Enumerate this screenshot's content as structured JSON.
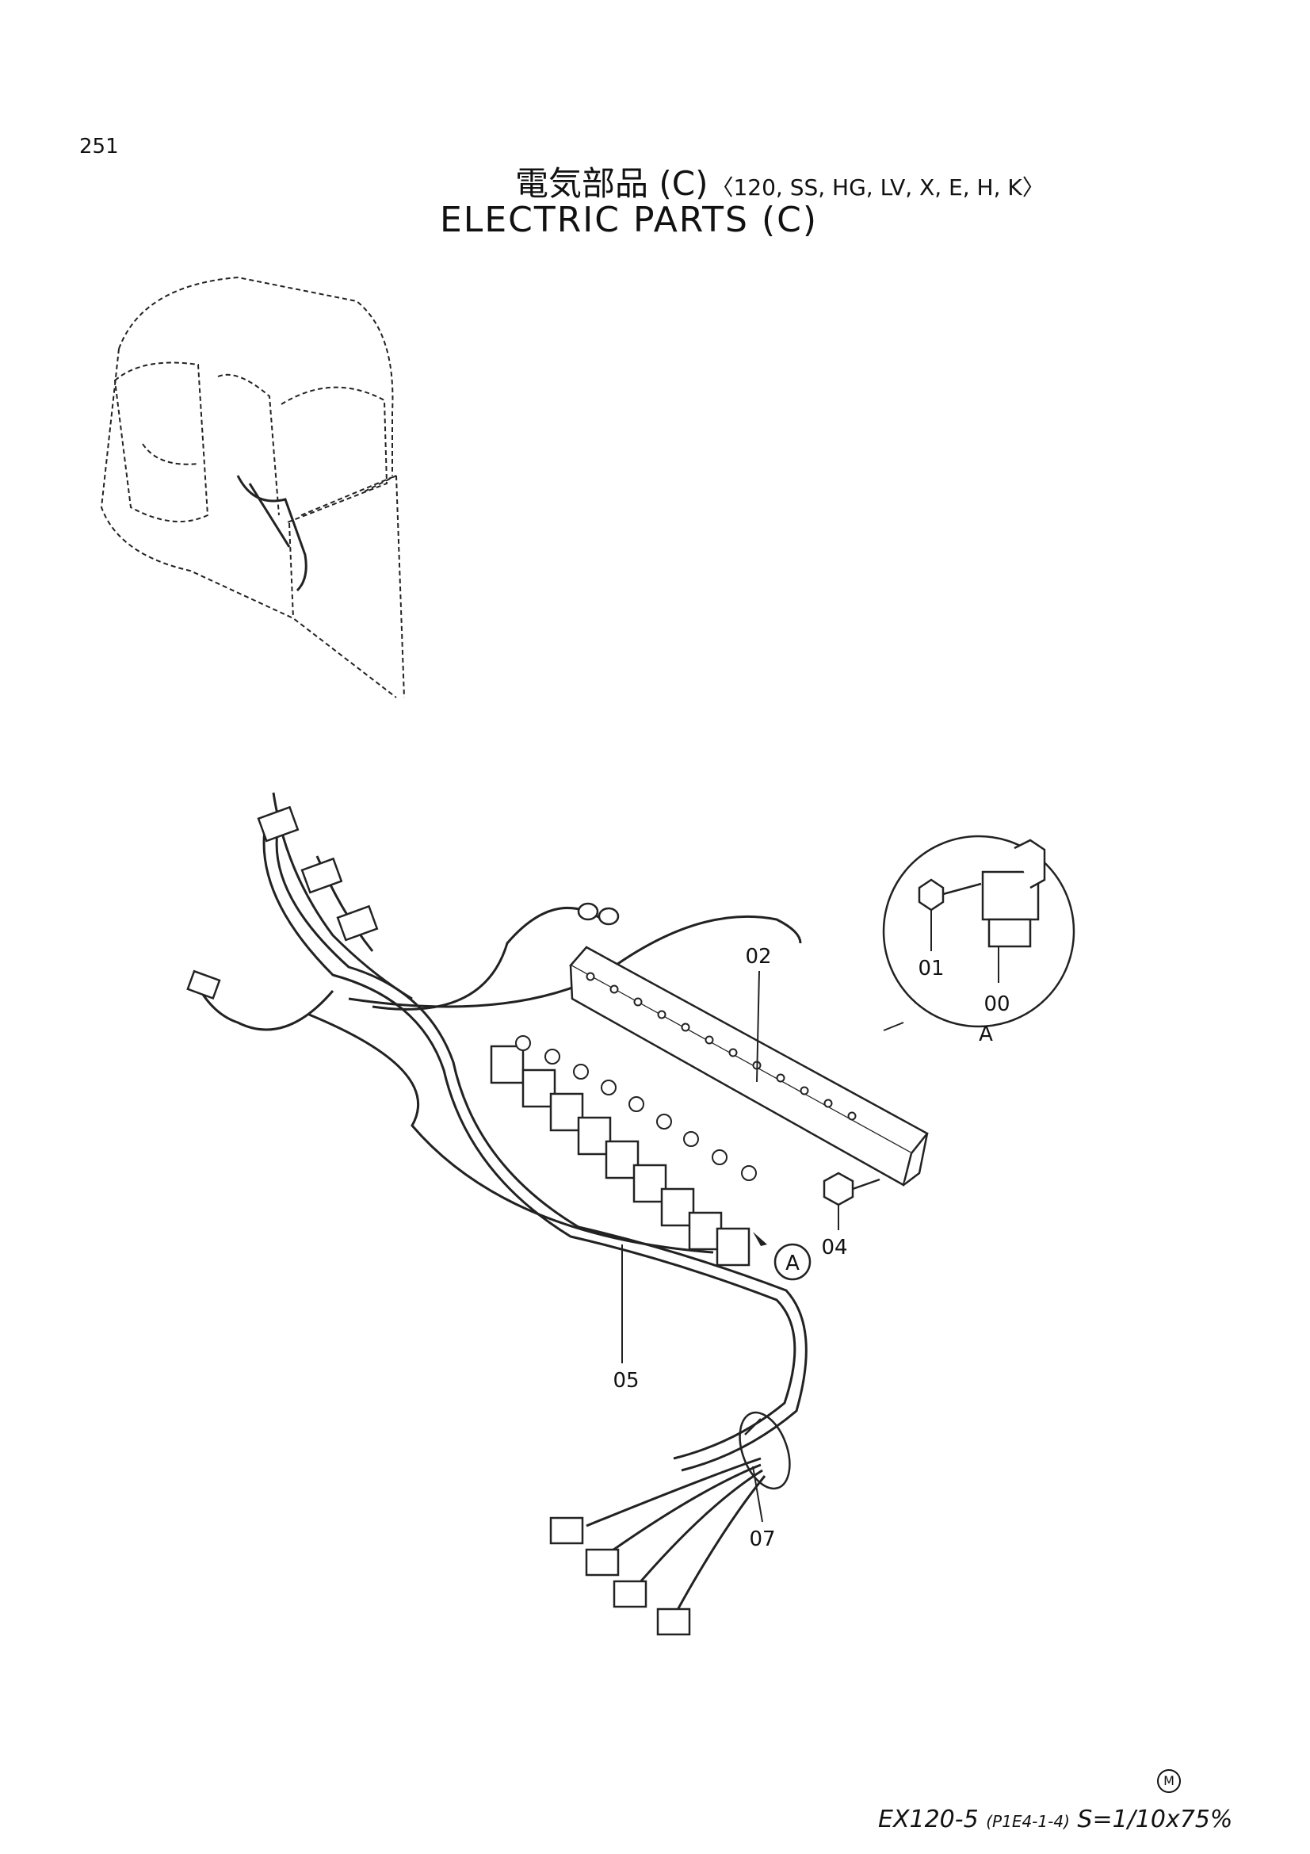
{
  "page_number": "251",
  "title": {
    "japanese": "電気部品 (C)",
    "models": "〈120, SS, HG, LV, X, E, H, K〉",
    "english": "ELECTRIC PARTS (C)"
  },
  "callouts": {
    "relay": "00",
    "screw_detail": "01",
    "bracket": "02",
    "bolt": "04",
    "harness": "05",
    "clip": "07",
    "detail_label": "A",
    "detail_marker": "A"
  },
  "footer": {
    "model": "EX120-5",
    "code": "(P1E4-1-4)",
    "scale": "S=1/10x75%",
    "mark": "M"
  }
}
